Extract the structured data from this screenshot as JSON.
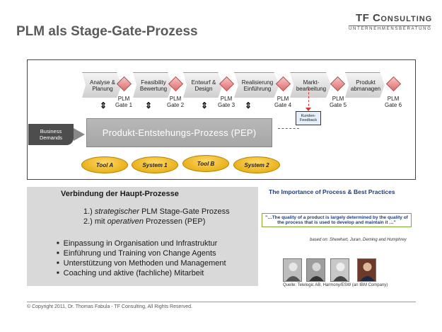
{
  "header": {
    "title": "PLM als Stage-Gate-Prozess",
    "logo_main_tf": "TF",
    "logo_main_c": "C",
    "logo_main_rest": "ONSULTING",
    "logo_sub": "UNTERNEHMENSBERATUNG"
  },
  "diagram": {
    "stages": [
      {
        "label": "Analyse & Planung"
      },
      {
        "label": "Feasibility Bewertung"
      },
      {
        "label": "Entwurf & Design"
      },
      {
        "label": "Realisierung Einführung"
      },
      {
        "label": "Markt-bearbeitung"
      },
      {
        "label": "Produkt abmanagen"
      }
    ],
    "gates": [
      {
        "l1": "PLM",
        "l2": "Gate 1"
      },
      {
        "l1": "PLM",
        "l2": "Gate 2"
      },
      {
        "l1": "PLM",
        "l2": "Gate 3"
      },
      {
        "l1": "PLM",
        "l2": "Gate 4"
      },
      {
        "l1": "PLM",
        "l2": "Gate 5"
      },
      {
        "l1": "PLM",
        "l2": "Gate 6"
      }
    ],
    "pep_label": "Produkt-Entstehungs-Prozess  (PEP)",
    "demands_label": "Business Demands",
    "feedback_label": "Kunden-Feedback",
    "tools": [
      "Tool A",
      "System  1",
      "Tool B",
      "System  2"
    ]
  },
  "left_panel": {
    "heading": "Verbindung der Haupt-Prozesse",
    "item1_prefix": "1.) ",
    "item1_em": "strategischer",
    "item1_rest": " PLM Stage-Gate Prozess",
    "item2_prefix": "2.) mit ",
    "item2_em": "operativen",
    "item2_rest": " Prozessen (PEP)",
    "bullets": [
      "Einpassung in Organisation und Infrastruktur",
      "Einführung und Training von Change Agents",
      "Unterstützung von Methoden und Management",
      "Coaching und aktive (fachliche) Mitarbeit"
    ]
  },
  "right_panel": {
    "title": "The Importance of Process & Best Practices",
    "quote": "\"…The quality of a product is largely determined by the quality of the process that is used to develop and maintain it …\"",
    "based_on": "based on:   Shewhart, Juran, Deming and Humphrey",
    "source": "Quelle: Telelogic AB, Harmony/ESW (an IBM Company)"
  },
  "footer": {
    "copyright": "© Copyright 2011, Dr. Thomas Fabula - TF Consulting, All Rights Reserved."
  }
}
